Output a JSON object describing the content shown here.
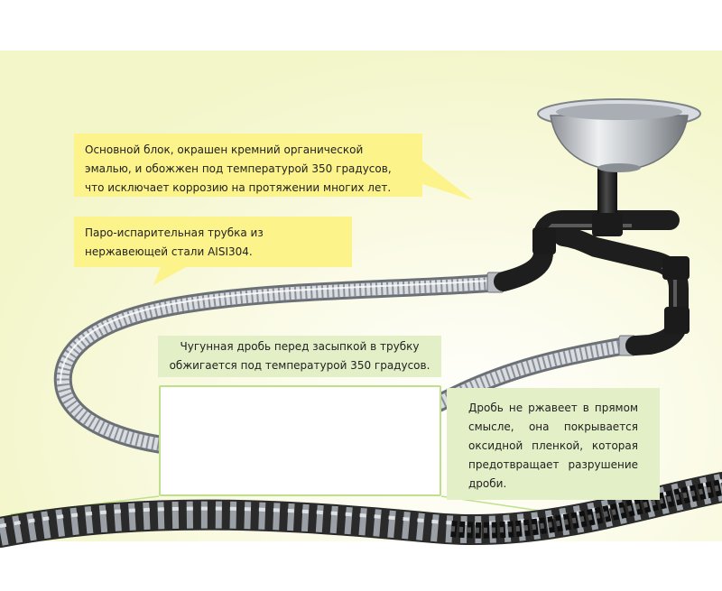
{
  "callouts": {
    "main_block": "Основной блок, окрашен кремний органической эмалью, и обожжен под температурой 350 градусов, что исключает коррозию на протяжении многих лет.",
    "steam_tube": "Паро-испарительная трубка из нержавеющей стали AISI304.",
    "cast_iron_shot": "Чугунная дробь перед засыпкой в трубку обжигается под температурой 350 градусов.",
    "no_rust": "Дробь не ржавеет в прямом смысле, она покрывается оксидной пленкой, которая предотвращает разрушение дроби."
  },
  "colors": {
    "yellow_callout": "#fcf38a",
    "green_callout": "#e3efc6",
    "frame_border": "#bfe08a",
    "pipe_black": "#1e1e1e",
    "steel": "#c9cdd2"
  }
}
